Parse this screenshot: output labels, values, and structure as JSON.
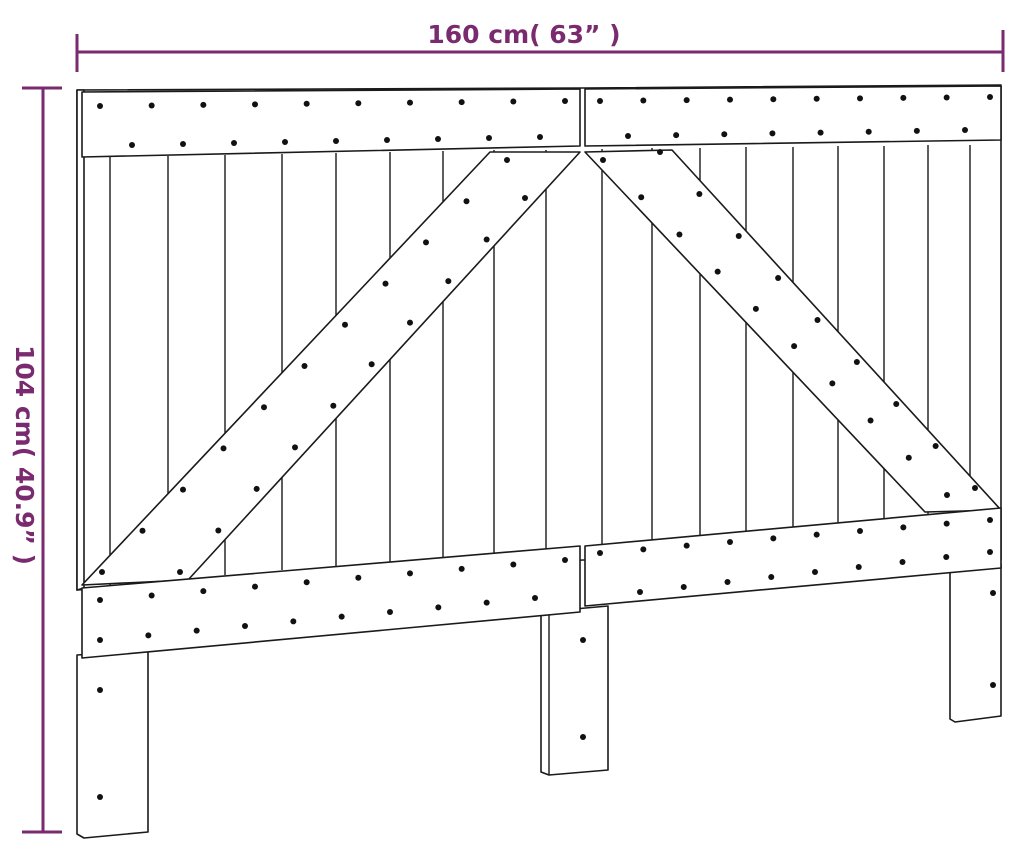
{
  "dimensions": {
    "width_label": "160 cm( 63” )",
    "height_label": "104 cm( 40.9” )",
    "color": "#7a2a6e"
  },
  "drawing": {
    "subject": "headboard",
    "line_color": "#1a1a1a",
    "background": "#ffffff"
  }
}
